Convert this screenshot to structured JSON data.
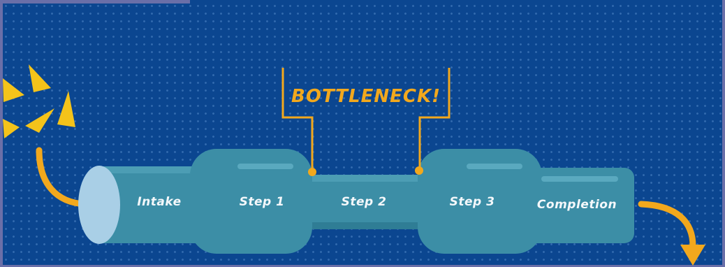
{
  "diagram": {
    "stages": [
      {
        "label": "Intake"
      },
      {
        "label": "Step 1"
      },
      {
        "label": "Step 2"
      },
      {
        "label": "Step 3"
      },
      {
        "label": "Completion"
      }
    ],
    "callout": "BOTTLENECK!"
  },
  "colors": {
    "background": "#0b4690",
    "pipe": "#3c8ea6",
    "pipe_dark": "#2f7d95",
    "pipe_opening": "#a9cfe6",
    "accent": "#f2a81d",
    "shards": "#f4c31a",
    "text": "#f4f8fb"
  }
}
